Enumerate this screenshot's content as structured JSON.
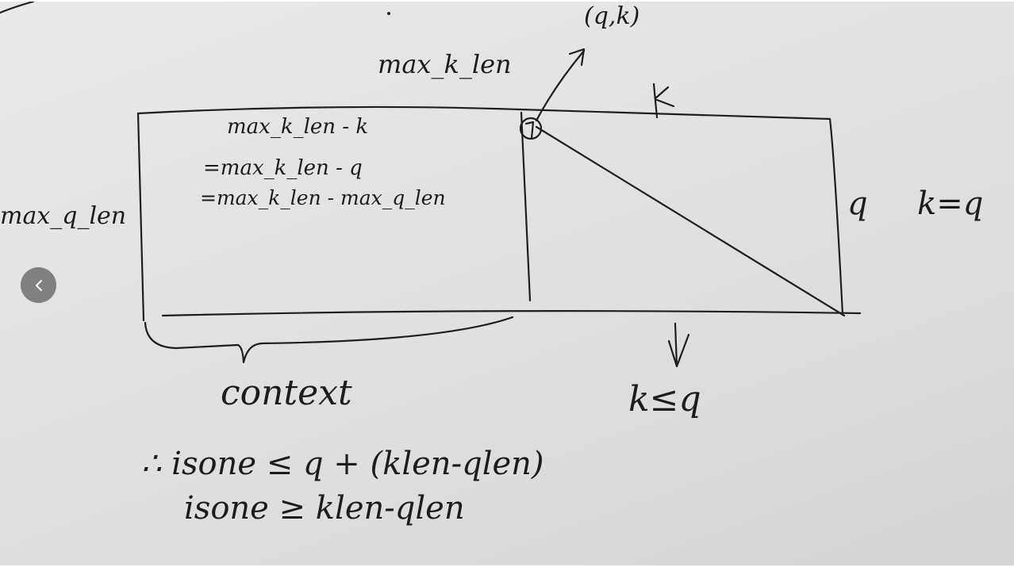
{
  "viewer": {
    "image": {
      "annotations": {
        "top_point": "(q,k)",
        "top_label": "max_k_len",
        "k_axis": "k",
        "left_label": "max_q_len",
        "eq1": "max_k_len - k",
        "eq2": "=max_k_len - q",
        "eq3": "=max_k_len - max_q_len",
        "q_axis": "q",
        "k_eq_q": "k=q",
        "k_le_q": "k≤q",
        "context": "context",
        "ineq1": "∴ isone ≤ q + (klen-qlen)",
        "ineq2": "isone ≥ klen-qlen"
      }
    },
    "nav": {
      "prev_icon": "chevron-left-icon"
    }
  }
}
